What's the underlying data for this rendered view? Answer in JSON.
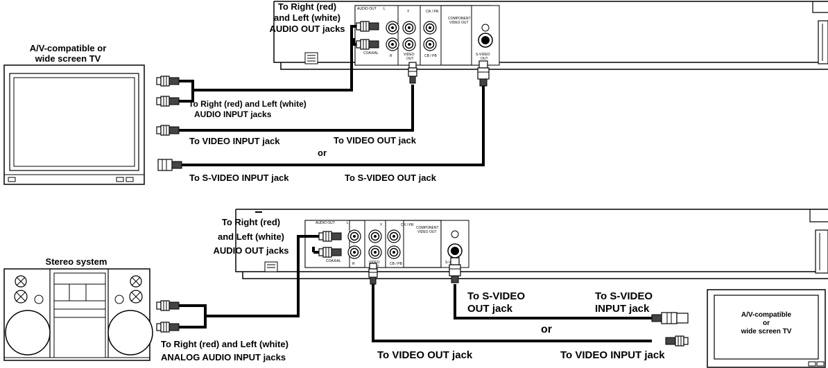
{
  "top": {
    "tv_title_line1": "A/V-compatible or",
    "tv_title_line2": "wide screen TV",
    "audio_out_line1": "To Right (red)",
    "audio_out_line2": "and Left (white)",
    "audio_out_line3": "AUDIO OUT jacks",
    "audio_input_line1": "To Right (red) and Left (white)",
    "audio_input_line2": "AUDIO INPUT jacks",
    "video_input": "To VIDEO INPUT jack",
    "video_out": "To VIDEO OUT jack",
    "or": "or",
    "svideo_input": "To S-VIDEO INPUT jack",
    "svideo_out": "To S-VIDEO OUT jack"
  },
  "bottom": {
    "audio_out_line1": "To Right (red)",
    "audio_out_line2": "and Left (white)",
    "audio_out_line3": "AUDIO OUT jacks",
    "stereo_title": "Stereo system",
    "analog_line1": "To Right (red) and Left (white)",
    "analog_line2": "ANALOG AUDIO INPUT jacks",
    "svideo_out_line1": "To S-VIDEO",
    "svideo_out_line2": "OUT jack",
    "svideo_in_line1": "To S-VIDEO",
    "svideo_in_line2": "INPUT jack",
    "or": "or",
    "video_out": "To VIDEO OUT jack",
    "video_input": "To VIDEO INPUT jack",
    "tv_line1": "A/V-compatible",
    "tv_line2": "or",
    "tv_line3": "wide screen TV"
  },
  "panel": {
    "audio_out": "AUDIO OUT",
    "l": "L",
    "r": "R",
    "y": "Y",
    "cr": "CR / PR",
    "cb": "CB / PB",
    "component_line1": "COMPONENT",
    "component_line2": "VIDEO OUT",
    "coaxial": "COAXIAL",
    "video_line1": "VIDEO",
    "video_line2": "OUT",
    "svideo_line1": "S-VIDEO",
    "svideo_line2": "OUT"
  }
}
